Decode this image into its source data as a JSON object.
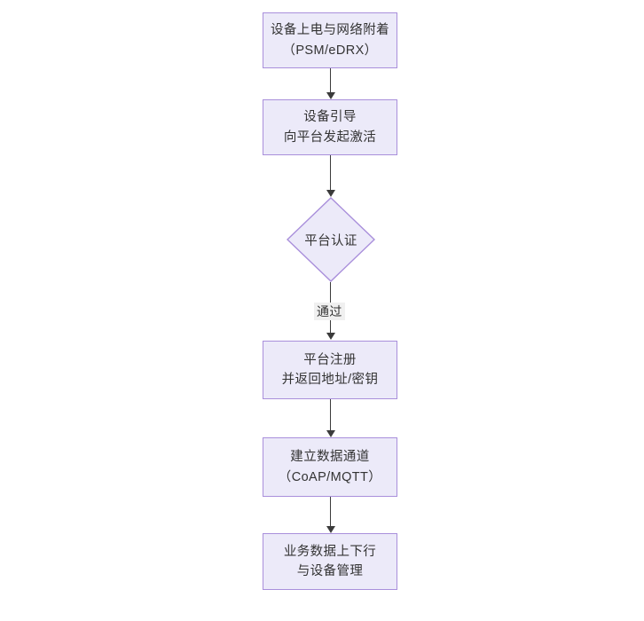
{
  "diagram": {
    "type": "flowchart",
    "orientation": "top-to-bottom",
    "background_color": "#FFFFFF",
    "node_fill_color": "#ECEAF9",
    "node_border_color": "#A98FDB",
    "text_color": "#333333",
    "connector_color": "#3B3B3B",
    "edge_label_background": "#F0F0F0",
    "nodes": [
      {
        "id": "power-on",
        "shape": "rectangle",
        "line1": "设备上电与网络附着",
        "line2": "（PSM/eDRX）"
      },
      {
        "id": "bootstrap",
        "shape": "rectangle",
        "line1": "设备引导",
        "line2": "向平台发起激活"
      },
      {
        "id": "platform-auth",
        "shape": "diamond",
        "line1": "平台认证",
        "line2": ""
      },
      {
        "id": "platform-register",
        "shape": "rectangle",
        "line1": "平台注册",
        "line2": "并返回地址/密钥"
      },
      {
        "id": "data-channel",
        "shape": "rectangle",
        "line1": "建立数据通道",
        "line2": "（CoAP/MQTT）"
      },
      {
        "id": "business-data",
        "shape": "rectangle",
        "line1": "业务数据上下行",
        "line2": "与设备管理"
      }
    ],
    "edges": [
      {
        "from": "power-on",
        "to": "bootstrap",
        "label": ""
      },
      {
        "from": "bootstrap",
        "to": "platform-auth",
        "label": ""
      },
      {
        "from": "platform-auth",
        "to": "platform-register",
        "label": "通过"
      },
      {
        "from": "platform-register",
        "to": "data-channel",
        "label": ""
      },
      {
        "from": "data-channel",
        "to": "business-data",
        "label": ""
      }
    ]
  }
}
